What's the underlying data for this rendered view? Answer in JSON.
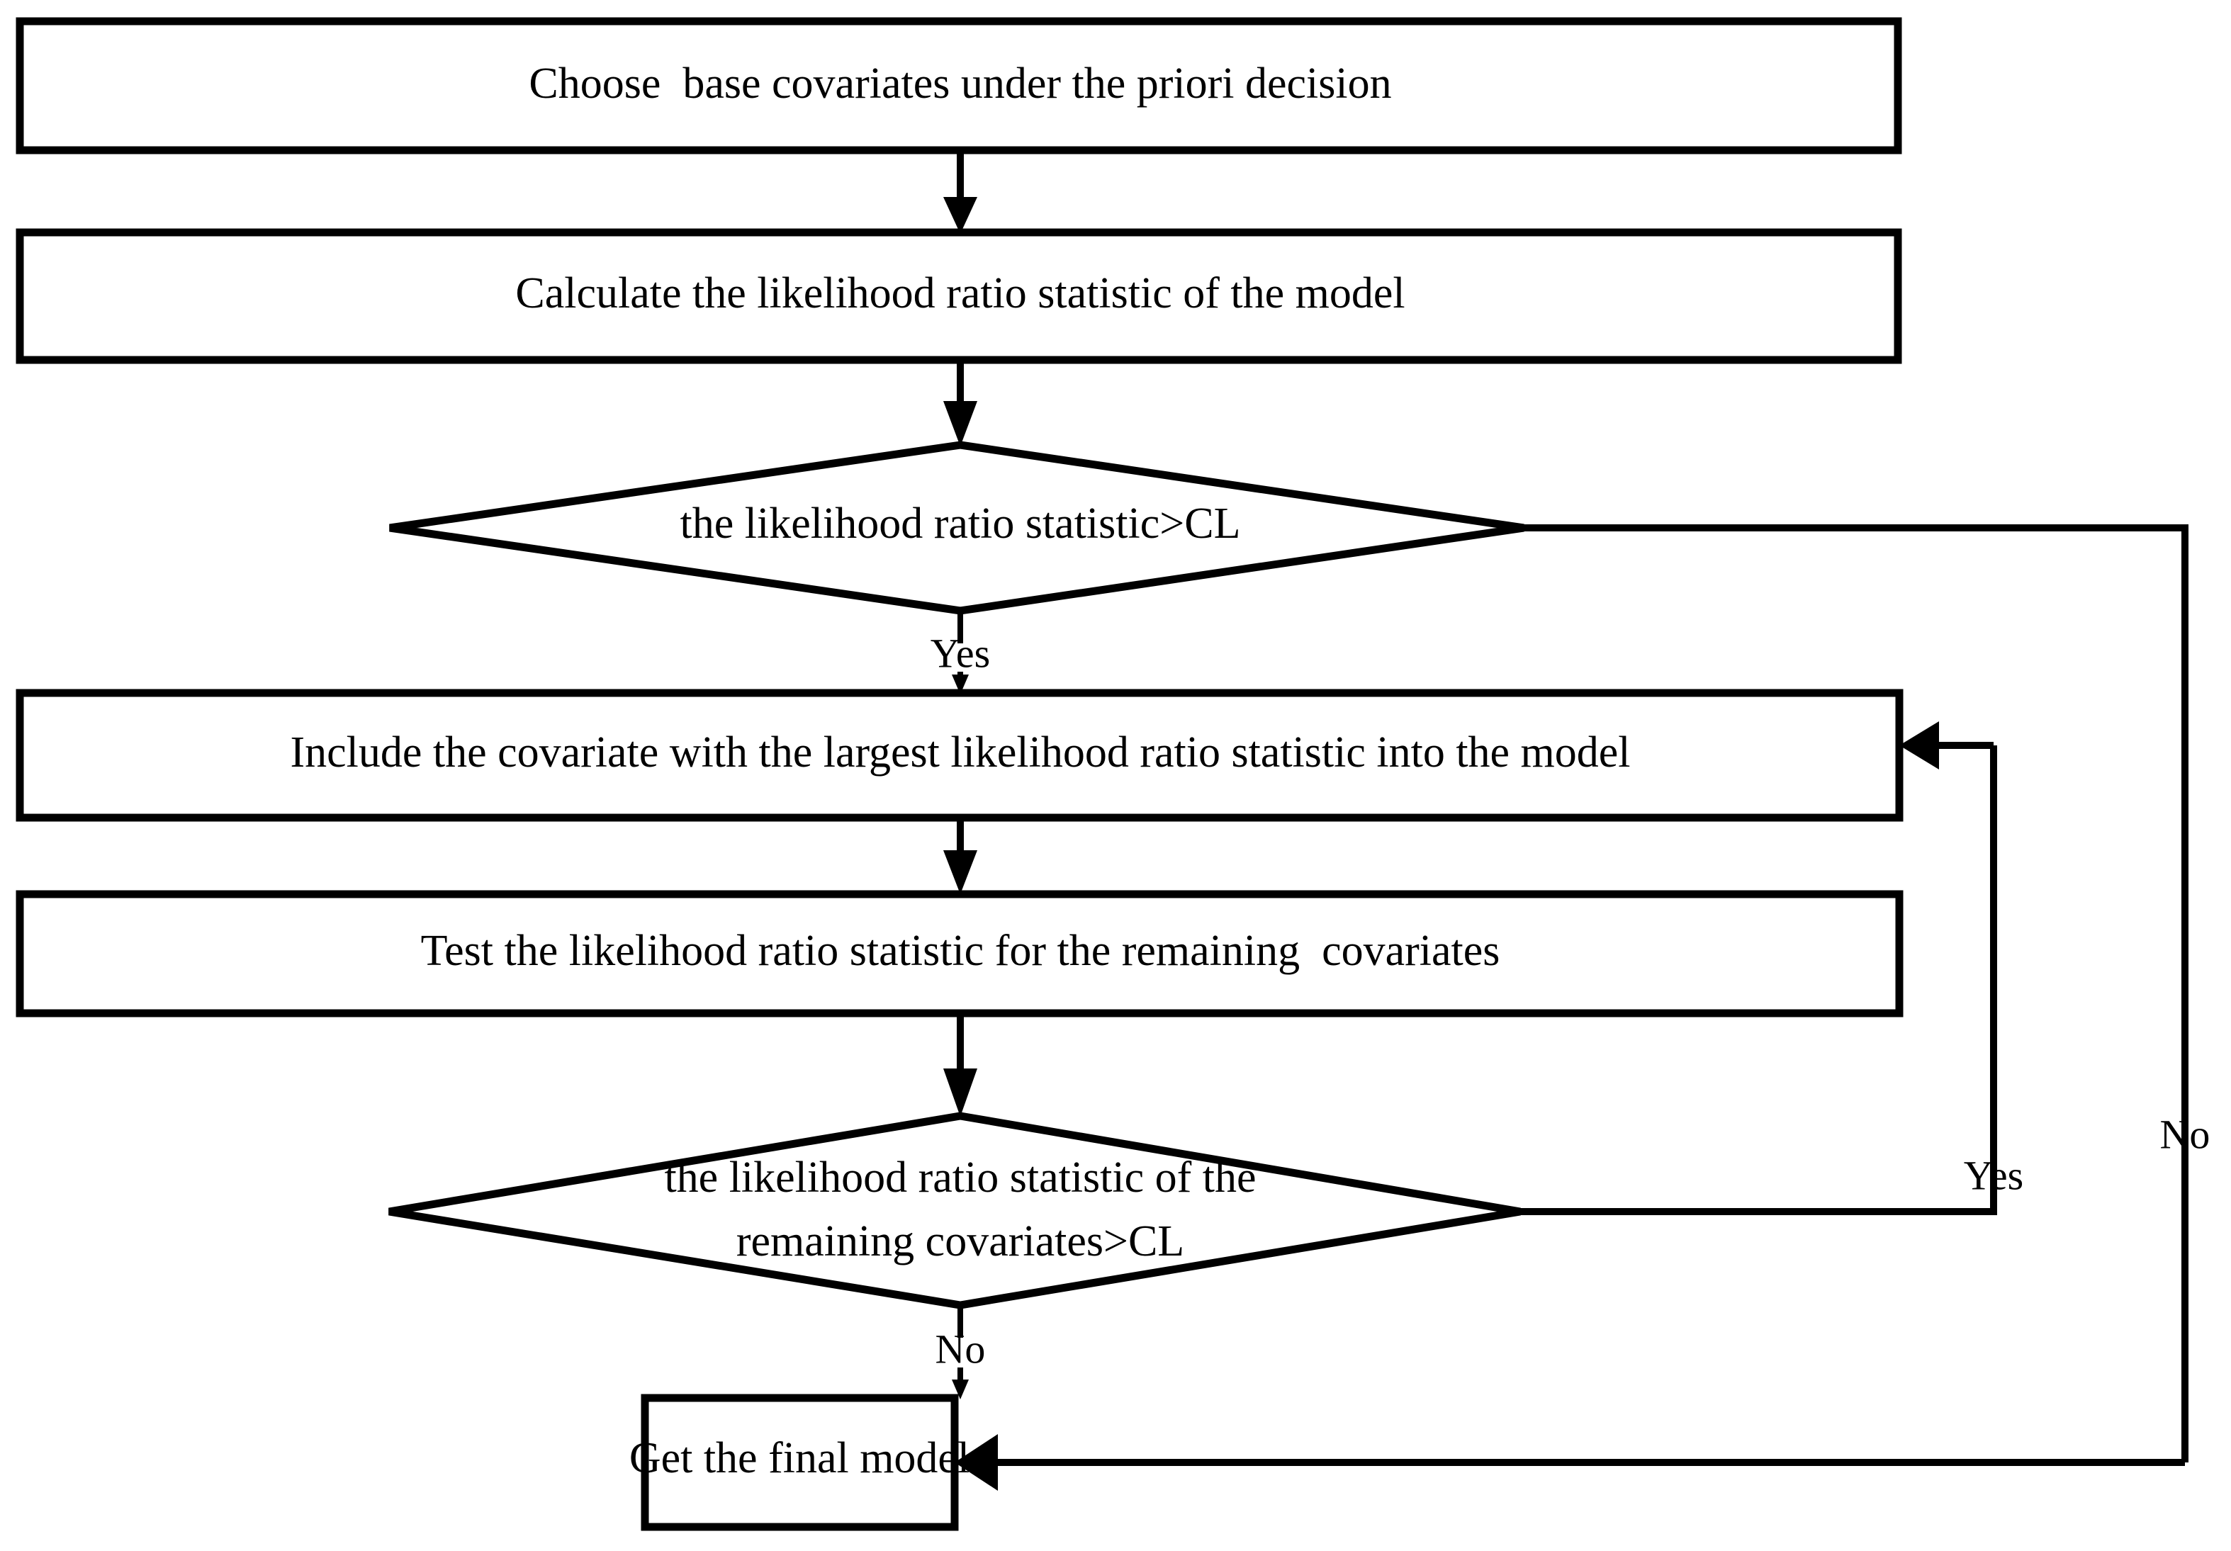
{
  "diagram": {
    "type": "flowchart",
    "title": "Forward stepwise covariate model building flowchart",
    "background_color": "#ffffff",
    "line_color": "#000000",
    "nodes": [
      {
        "id": "n1",
        "shape": "process",
        "text": "Choose  base covariates under the priori decision"
      },
      {
        "id": "n2",
        "shape": "process",
        "text": "Calculate the likelihood ratio statistic of the model"
      },
      {
        "id": "n3",
        "shape": "decision",
        "text": "the likelihood ratio statistic>CL"
      },
      {
        "id": "n4",
        "shape": "process",
        "text": "Include the covariate with the largest likelihood ratio statistic into the model"
      },
      {
        "id": "n5",
        "shape": "process",
        "text": "Test the likelihood ratio statistic for the remaining  covariates"
      },
      {
        "id": "n6",
        "shape": "decision",
        "text_line1": "the likelihood ratio statistic of the",
        "text_line2": "remaining covariates>CL"
      },
      {
        "id": "n7",
        "shape": "process",
        "text": "Get the final model"
      }
    ],
    "edge_labels": {
      "d1_yes": "Yes",
      "d1_no": "No",
      "d2_yes": "Yes",
      "d2_no": "No"
    }
  }
}
